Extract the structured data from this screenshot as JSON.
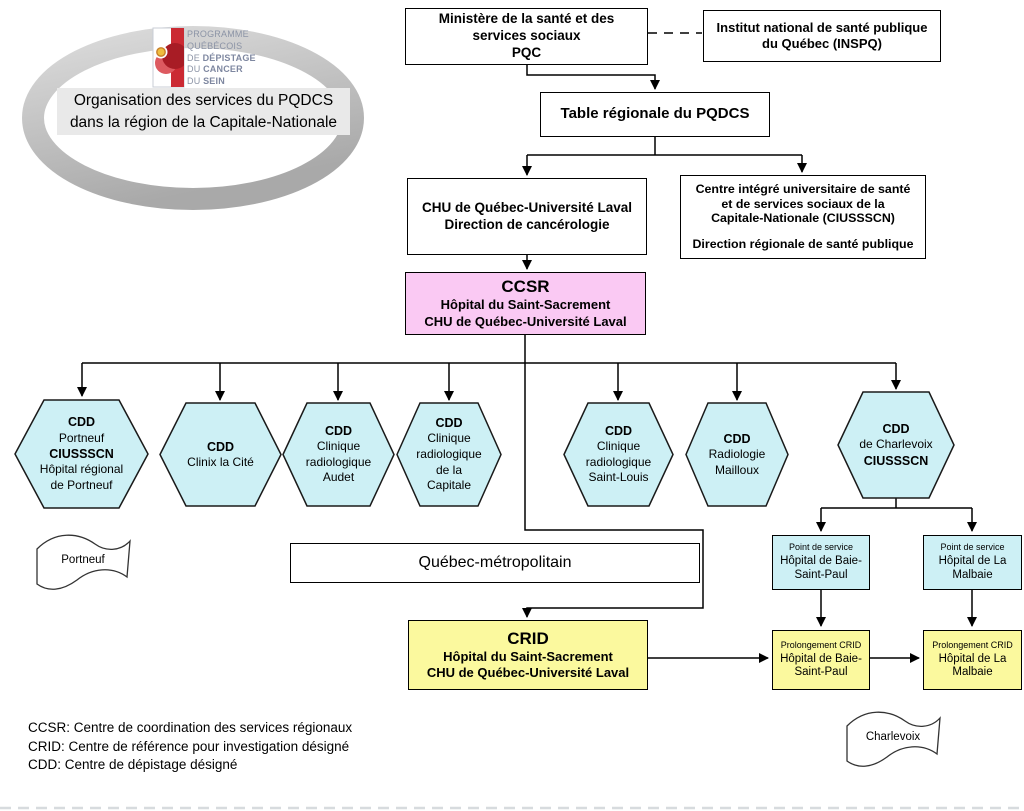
{
  "colors": {
    "pink_ccsr": "#FAC9F3",
    "cyan_cdd": "#CDF0F5",
    "yellow_crid": "#FBF99E",
    "banner_gray": "#E9E9E9",
    "ring_gray_light": "#DCDCDC",
    "ring_gray_dark": "#A9A9A9",
    "logo_red": "#CB2A33",
    "logo_dark_red": "#A81C25"
  },
  "logo": {
    "lines": [
      {
        "pre": "PROGRAMME",
        "bold": ""
      },
      {
        "pre": "QUÉBÉCOIS",
        "bold": ""
      },
      {
        "pre": "DE ",
        "bold": "DÉPISTAGE"
      },
      {
        "pre": "DU ",
        "bold": "CANCER"
      },
      {
        "pre": "DU ",
        "bold": "SEIN"
      }
    ]
  },
  "title": {
    "lines": [
      {
        "text": "Organisation des services du PQDCS"
      },
      {
        "text": "dans la région de la Capitale-Nationale"
      }
    ]
  },
  "nodes": {
    "ministere": {
      "lines": [
        {
          "text": "Ministère de la santé et des"
        },
        {
          "text": "services sociaux"
        },
        {
          "text": "PQC"
        }
      ]
    },
    "inspq": {
      "lines": [
        {
          "text": "Institut national de santé publique"
        },
        {
          "text": "du Québec (INSPQ)"
        }
      ]
    },
    "table_regionale": {
      "label": "Table régionale du PQDCS"
    },
    "chu": {
      "lines": [
        {
          "text": "CHU de Québec-Université Laval"
        },
        {
          "text": "Direction de cancérologie"
        }
      ]
    },
    "ciussscn": {
      "lines": [
        {
          "text": "Centre intégré universitaire de santé"
        },
        {
          "text": "et de services sociaux de la"
        },
        {
          "text": "Capitale-Nationale (CIUSSSCN)"
        },
        {
          "text": ""
        },
        {
          "text": "Direction régionale de santé publique"
        }
      ]
    },
    "ccsr": {
      "title": "CCSR",
      "lines": [
        {
          "text": "Hôpital du Saint-Sacrement"
        },
        {
          "text": "CHU de Québec-Université Laval"
        }
      ]
    },
    "quebec_metropolitain": {
      "label": "Québec-métropolitain"
    },
    "crid": {
      "title": "CRID",
      "lines": [
        {
          "text": "Hôpital du Saint-Sacrement"
        },
        {
          "text": "CHU de Québec-Université Laval"
        }
      ]
    },
    "ps_baie_saint_paul": {
      "lines": [
        {
          "text": "Point de service",
          "small": true
        },
        {
          "text": "Hôpital de Baie-"
        },
        {
          "text": "Saint-Paul"
        }
      ]
    },
    "ps_la_malbaie": {
      "lines": [
        {
          "text": "Point de service",
          "small": true
        },
        {
          "text": "Hôpital de La"
        },
        {
          "text": "Malbaie"
        }
      ]
    },
    "prolongement_baie_saint_paul": {
      "lines": [
        {
          "text": "Prolongement CRID",
          "small": true
        },
        {
          "text": "Hôpital de Baie-"
        },
        {
          "text": "Saint-Paul"
        }
      ]
    },
    "prolongement_la_malbaie": {
      "lines": [
        {
          "text": "Prolongement CRID",
          "small": true
        },
        {
          "text": "Hôpital de La"
        },
        {
          "text": "Malbaie"
        }
      ]
    }
  },
  "hexagons": [
    {
      "id": "cdd-portneuf",
      "lines": [
        {
          "text": "CDD",
          "bold": true
        },
        {
          "text": "Portneuf"
        },
        {
          "text": "CIUSSSCN",
          "bold": true
        },
        {
          "text": "Hôpital régional"
        },
        {
          "text": "de Portneuf"
        }
      ]
    },
    {
      "id": "cdd-clinix-la-cite",
      "lines": [
        {
          "text": "CDD",
          "bold": true
        },
        {
          "text": "Clinix la Cité"
        }
      ]
    },
    {
      "id": "cdd-audet",
      "lines": [
        {
          "text": "CDD",
          "bold": true
        },
        {
          "text": "Clinique"
        },
        {
          "text": "radiologique"
        },
        {
          "text": "Audet"
        }
      ]
    },
    {
      "id": "cdd-capitale",
      "lines": [
        {
          "text": "CDD",
          "bold": true
        },
        {
          "text": "Clinique"
        },
        {
          "text": "radiologique"
        },
        {
          "text": "de la"
        },
        {
          "text": "Capitale"
        }
      ]
    },
    {
      "id": "cdd-saint-louis",
      "lines": [
        {
          "text": "CDD",
          "bold": true
        },
        {
          "text": "Clinique"
        },
        {
          "text": "radiologique"
        },
        {
          "text": "Saint-Louis"
        }
      ]
    },
    {
      "id": "cdd-mailloux",
      "lines": [
        {
          "text": "CDD",
          "bold": true
        },
        {
          "text": "Radiologie"
        },
        {
          "text": "Mailloux"
        }
      ]
    },
    {
      "id": "cdd-charlevoix",
      "lines": [
        {
          "text": "CDD",
          "bold": true
        },
        {
          "text": "de Charlevoix"
        },
        {
          "text": "CIUSSSCN",
          "bold": true
        }
      ]
    }
  ],
  "flags": {
    "portneuf": "Portneuf",
    "charlevoix": "Charlevoix"
  },
  "legend": {
    "lines": [
      {
        "text": "CCSR: Centre de coordination des services régionaux"
      },
      {
        "text": "CRID: Centre de référence pour investigation désigné"
      },
      {
        "text": "CDD: Centre de dépistage désigné"
      }
    ]
  }
}
